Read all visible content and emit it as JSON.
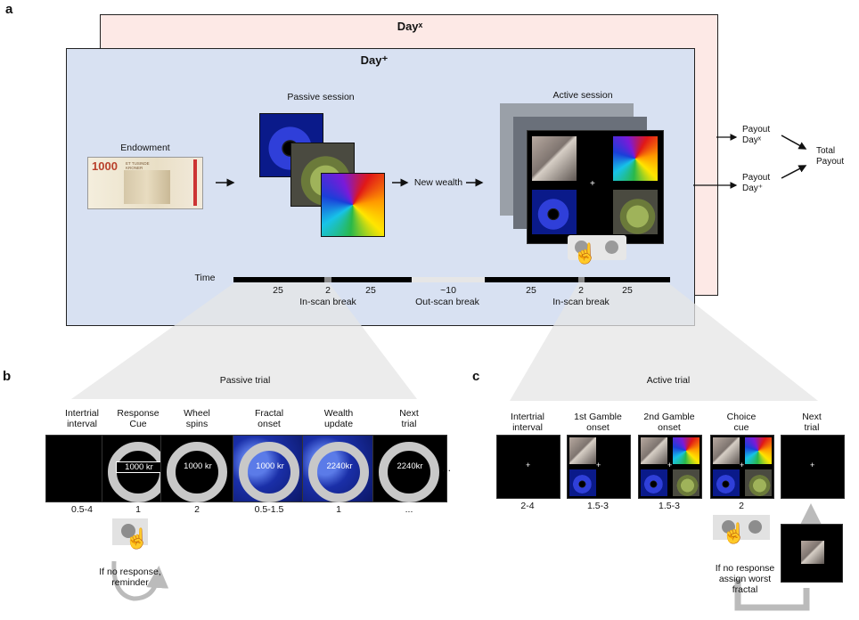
{
  "panels": {
    "a": "a",
    "b": "b",
    "c": "c"
  },
  "days": {
    "day_x": "Dayˣ",
    "day_plus": "Day⁺"
  },
  "endowment": {
    "label": "Endowment",
    "banknote_value": "1000",
    "banknote_text": "ET TUSINDE KRONER"
  },
  "passive_session": {
    "label": "Passive session"
  },
  "new_wealth": {
    "label": "New wealth"
  },
  "active_session": {
    "label": "Active session"
  },
  "payout": {
    "x": "Payout Dayˣ",
    "plus": "Payout Day⁺",
    "total": "Total Payout"
  },
  "timeline": {
    "label": "Time",
    "ticks": [
      "25",
      "2",
      "25",
      "~10",
      "25",
      "2",
      "25"
    ],
    "breaks": [
      "In-scan break",
      "Out-scan break",
      "In-scan break"
    ]
  },
  "passive_trial": {
    "title": "Passive trial",
    "columns": [
      {
        "label1": "Intertrial",
        "label2": "interval",
        "duration": "0.5-4",
        "text": ""
      },
      {
        "label1": "Response",
        "label2": "Cue",
        "duration": "1",
        "text": "1000 kr"
      },
      {
        "label1": "Wheel",
        "label2": "spins",
        "duration": "2",
        "text": "1000 kr"
      },
      {
        "label1": "Fractal",
        "label2": "onset",
        "duration": "0.5-1.5",
        "text": "1000 kr"
      },
      {
        "label1": "Wealth",
        "label2": "update",
        "duration": "1",
        "text": "2240kr"
      },
      {
        "label1": "Next",
        "label2": "trial",
        "duration": "...",
        "text": "2240kr"
      }
    ],
    "ellipsis": "...",
    "reminder": [
      "If no response,",
      "reminder"
    ]
  },
  "active_trial": {
    "title": "Active trial",
    "columns": [
      {
        "label1": "Intertrial",
        "label2": "interval",
        "duration": "2-4"
      },
      {
        "label1": "1st Gamble",
        "label2": "onset",
        "duration": "1.5-3"
      },
      {
        "label1": "2nd Gamble",
        "label2": "onset",
        "duration": "1.5-3"
      },
      {
        "label1": "Choice",
        "label2": "cue",
        "duration": "2"
      },
      {
        "label1": "Next",
        "label2": "trial",
        "duration": ""
      }
    ],
    "no_response": [
      "If no response",
      "assign worst",
      "fractal"
    ],
    "fixation": "+"
  },
  "colors": {
    "day_x_bg": "#fde9e6",
    "day_plus_bg": "#d8e1f2",
    "wheel": "#c8c8c8"
  }
}
